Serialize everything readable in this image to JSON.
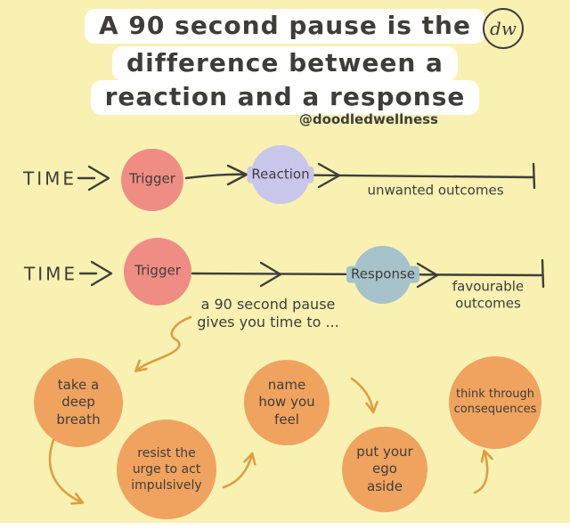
{
  "colors": {
    "bg": "#f9f1b2",
    "ink": "#3f3d3a",
    "salmon": "#ef8d84",
    "lavender": "#c9c6ec",
    "bluegray": "#a6c2ca",
    "bubble": "#f0a35f",
    "arrow": "#dd9f40",
    "highlight": "#ffffff"
  },
  "header": {
    "title_line1": "A 90 second pause is the",
    "title_line2": "difference between a",
    "title_line3": "reaction and a response",
    "handle": "@doodledwellness",
    "logo_monogram": "dw"
  },
  "timeline_reaction": {
    "axis_label": "TIME",
    "trigger": "Trigger",
    "reaction": "Reaction",
    "outcome": "unwanted outcomes"
  },
  "timeline_response": {
    "axis_label": "TIME",
    "trigger": "Trigger",
    "response": "Response",
    "outcome": [
      "favourable",
      "outcomes"
    ],
    "pause_note": [
      "a 90 second pause",
      "gives you time to ..."
    ]
  },
  "strategies": [
    [
      "take a",
      "deep",
      "breath"
    ],
    [
      "resist the",
      "urge to act",
      "impulsively"
    ],
    [
      "name",
      "how you",
      "feel"
    ],
    [
      "put your",
      "ego",
      "aside"
    ],
    [
      "think through",
      "consequences"
    ]
  ]
}
